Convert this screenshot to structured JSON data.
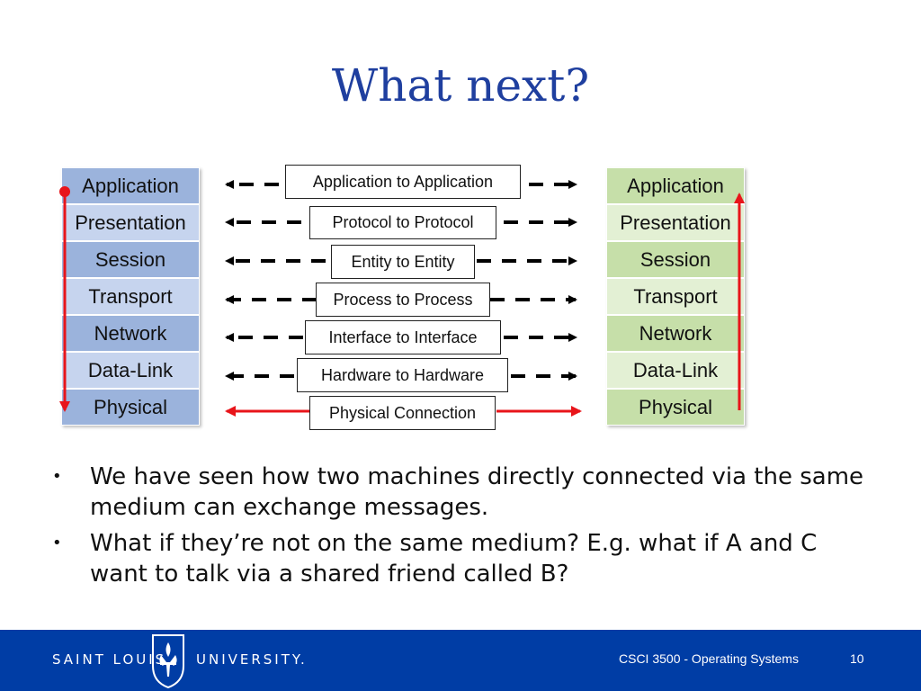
{
  "title": "What next?",
  "left_stack": [
    "Application",
    "Presentation",
    "Session",
    "Transport",
    "Network",
    "Data-Link",
    "Physical"
  ],
  "right_stack": [
    "Application",
    "Presentation",
    "Session",
    "Transport",
    "Network",
    "Data-Link",
    "Physical"
  ],
  "relations": [
    "Application to Application",
    "Protocol to Protocol",
    "Entity to Entity",
    "Process to Process",
    "Interface to Interface",
    "Hardware to Hardware",
    "Physical Connection"
  ],
  "bullets": [
    "We have seen how two machines directly connected via the same medium can exchange messages.",
    "What if they’re not on the same medium? E.g. what if A and C want to talk via a shared friend called B?"
  ],
  "footer": {
    "university_left": "SAINT LOUIS",
    "university_right": "UNIVERSITY.",
    "course": "CSCI 3500 - Operating Systems",
    "page": "10"
  },
  "colors": {
    "title": "#1f3f9f",
    "left_stack": "#9bb3dc",
    "right_stack": "#c6dfa9",
    "footer": "#003da5",
    "red_arrow": "#e8141a"
  }
}
